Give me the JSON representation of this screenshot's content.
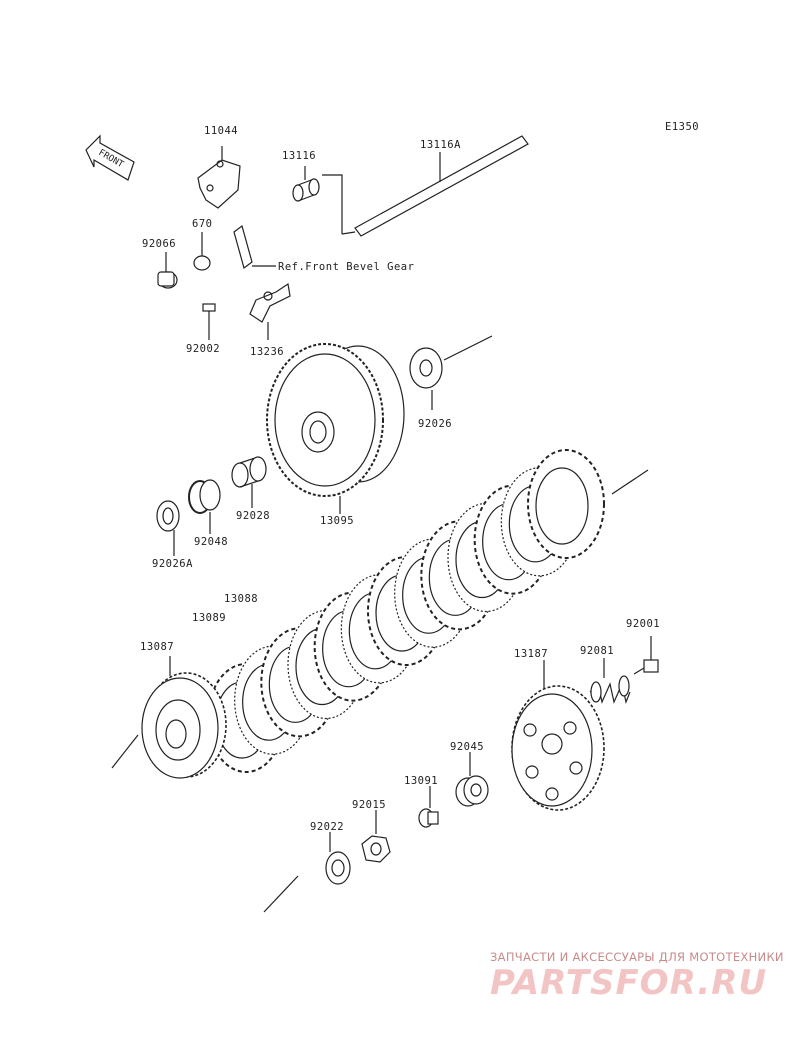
{
  "diagram": {
    "code": "E1350",
    "front_label": "FRONT",
    "reference_note": "Ref.Front Bevel Gear",
    "part_numbers": {
      "p11044": "11044",
      "p13116": "13116",
      "p13116A": "13116A",
      "p670": "670",
      "p92066": "92066",
      "p92002": "92002",
      "p13236": "13236",
      "p92026": "92026",
      "p13095": "13095",
      "p92028": "92028",
      "p92048": "92048",
      "p92026A": "92026A",
      "p13088": "13088",
      "p13089": "13089",
      "p13087": "13087",
      "p13187": "13187",
      "p92081": "92081",
      "p92001": "92001",
      "p92045": "92045",
      "p13091": "13091",
      "p92015": "92015",
      "p92022": "92022"
    }
  },
  "watermark": {
    "tagline": "ЗАПЧАСТИ И АКСЕССУАРЫ ДЛЯ МОТОТЕХНИКИ",
    "brand": "PARTSFOR.RU"
  },
  "colors": {
    "ink": "#222222",
    "watermark": "#f2c4c4"
  }
}
